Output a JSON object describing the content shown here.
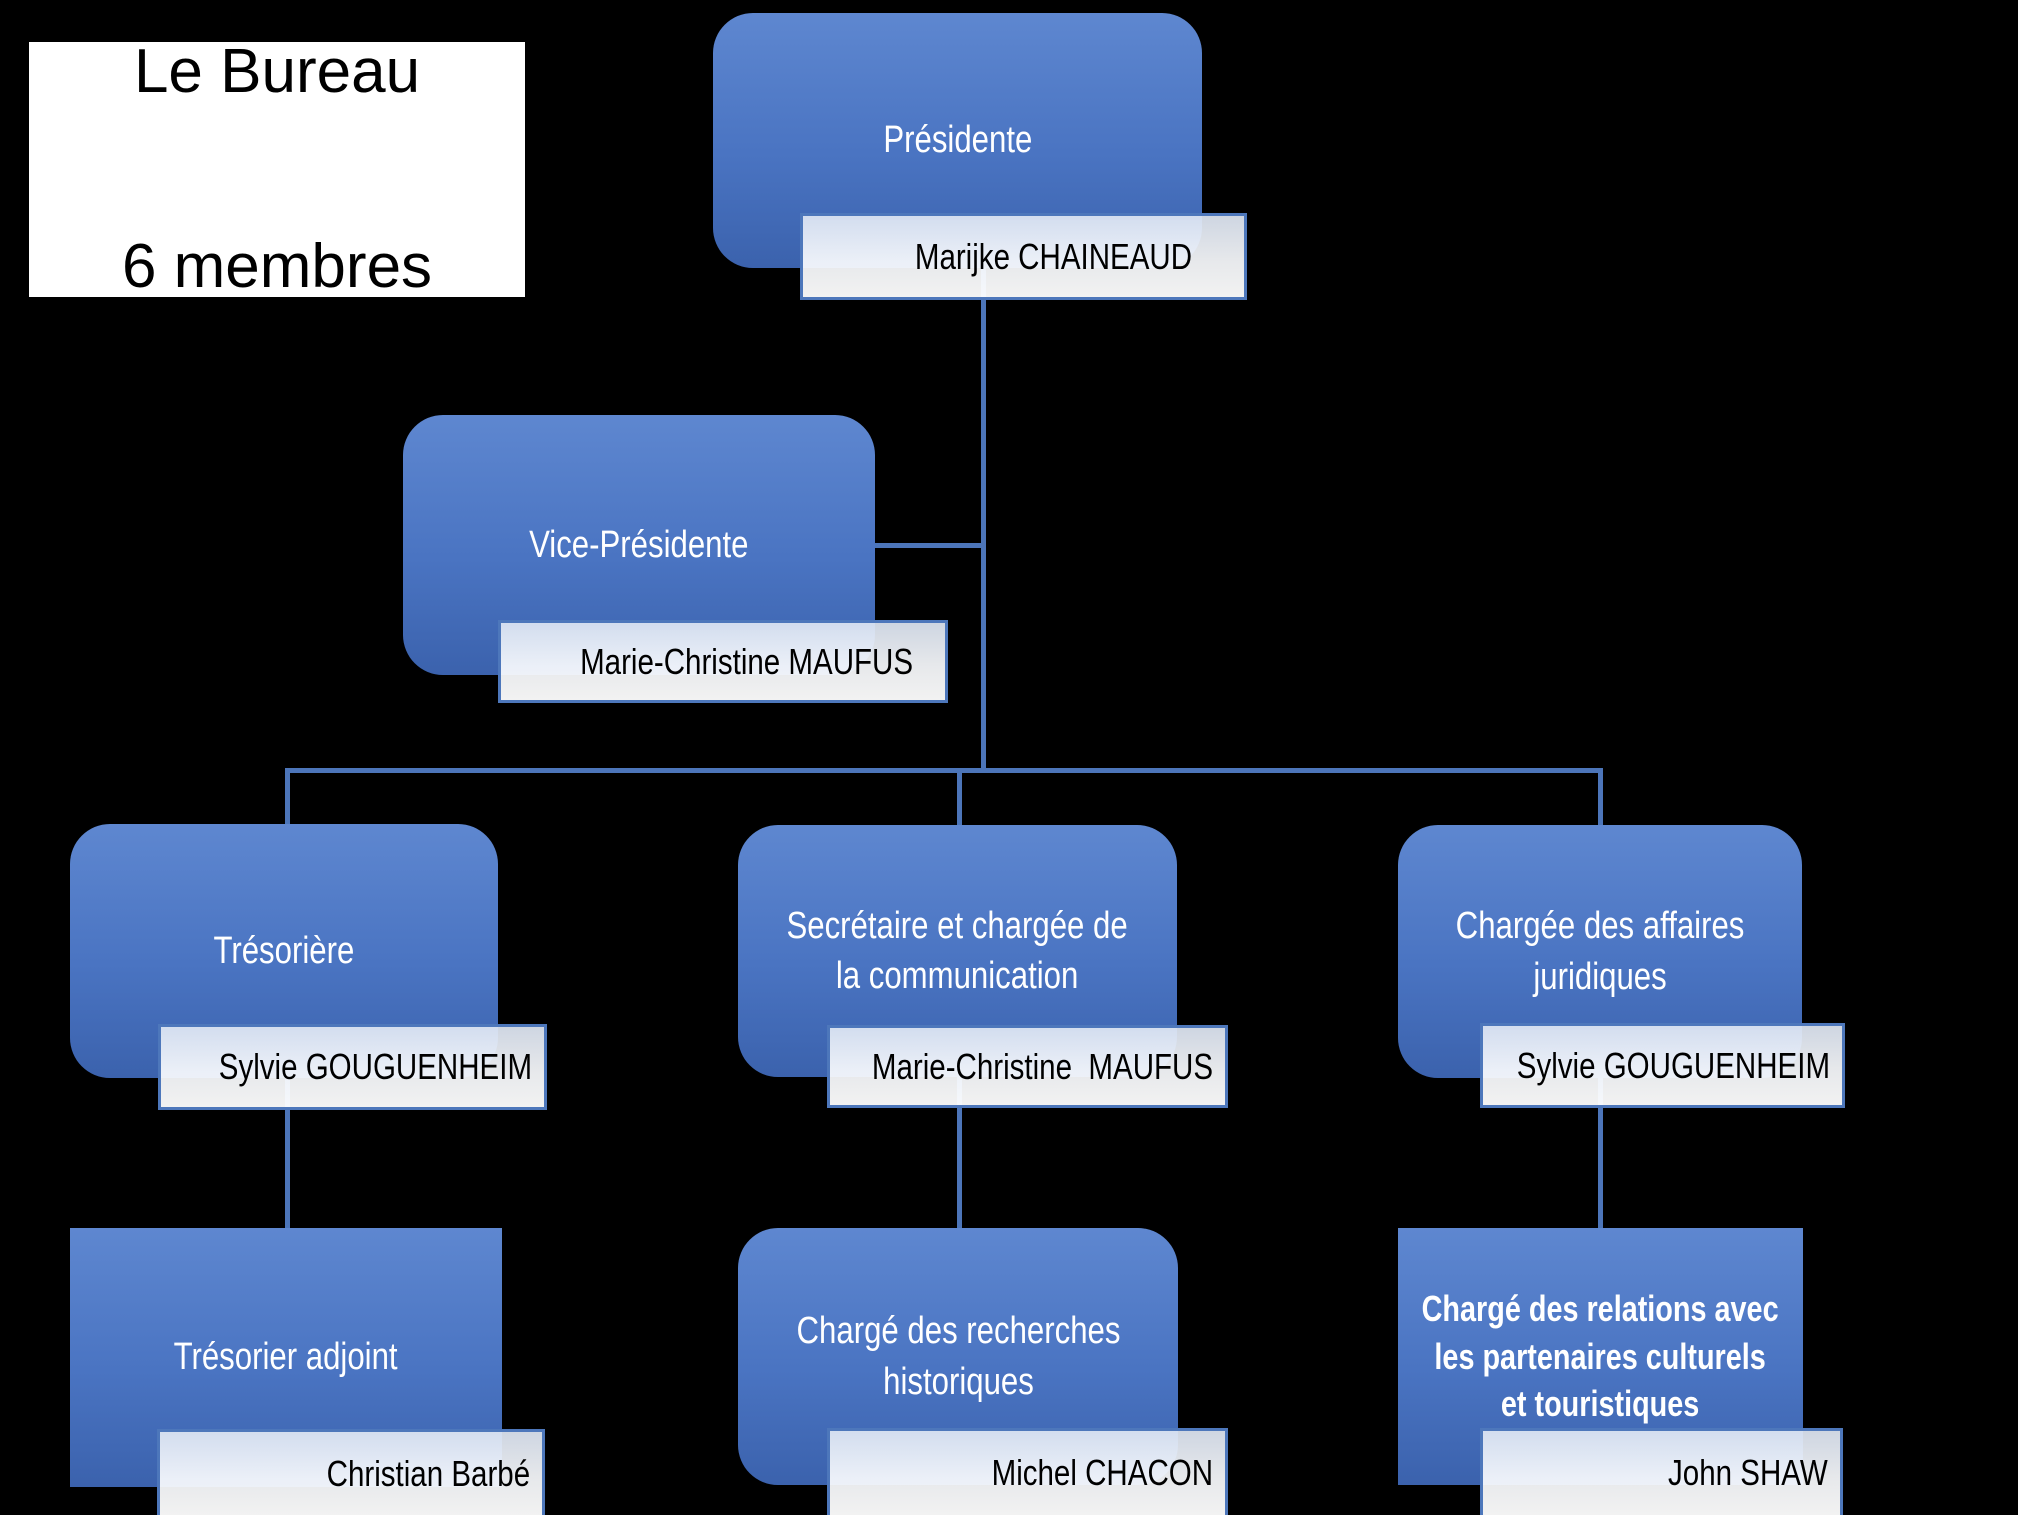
{
  "page": {
    "background": "#000000"
  },
  "legend": {
    "line1": "Le Bureau",
    "line2": "6 membres"
  },
  "colors": {
    "box_gradient_top": "#5e87d0",
    "box_gradient_bottom": "#3b62ad",
    "box_text": "#ffffff",
    "connector": "#4c75b9",
    "label_border": "#4d77bb",
    "label_background": "#ffffff",
    "label_text": "#000000",
    "legend_background": "#ffffff",
    "legend_text": "#000000"
  },
  "nodes": [
    {
      "id": "presidente",
      "role": "Présidente",
      "name": "Marijke CHAINEAUD",
      "reports_to": null
    },
    {
      "id": "vice-presidente",
      "role": "Vice-Présidente",
      "name": "Marie-Christine MAUFUS",
      "reports_to": "presidente"
    },
    {
      "id": "tresoriere",
      "role": "Trésorière",
      "name": "Sylvie GOUGUENHEIM",
      "reports_to": "presidente"
    },
    {
      "id": "secretaire-communication",
      "role": "Secrétaire et chargée de\nla communication",
      "name": "Marie-Christine  MAUFUS",
      "reports_to": "presidente"
    },
    {
      "id": "affaires-juridiques",
      "role": "Chargée des affaires\njuridiques",
      "name": "Sylvie GOUGUENHEIM",
      "reports_to": "presidente"
    },
    {
      "id": "tresorier-adjoint",
      "role": "Trésorier adjoint",
      "name": "Christian Barbé",
      "reports_to": "tresoriere"
    },
    {
      "id": "recherches-historiques",
      "role": "Chargé des recherches\nhistoriques",
      "name": "Michel CHACON",
      "reports_to": "secretaire-communication"
    },
    {
      "id": "relations-partenaires",
      "role": "Chargé des relations avec\nles partenaires culturels\net touristiques",
      "name": "John SHAW",
      "reports_to": "affaires-juridiques"
    }
  ]
}
